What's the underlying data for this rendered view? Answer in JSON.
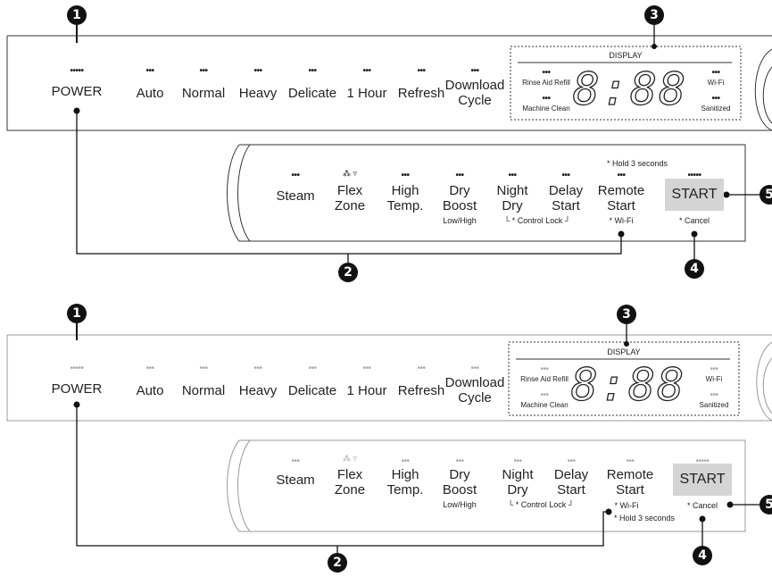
{
  "top_row": {
    "power": "POWER",
    "cycles": [
      "Auto",
      "Normal",
      "Heavy",
      "Delicate",
      "1 Hour",
      "Refresh"
    ],
    "download_cycle": [
      "Download",
      "Cycle"
    ]
  },
  "display": {
    "title": "DISPLAY",
    "rinse_aid_refill": "Rinse Aid Refill",
    "machine_clean": "Machine Clean",
    "wifi": "Wi-Fi",
    "sanitized": "Sanitized",
    "digits": "8:88"
  },
  "bottom_row": {
    "steam": "Steam",
    "flex_zone": [
      "Flex",
      "Zone"
    ],
    "high_temp": [
      "High",
      "Temp."
    ],
    "dry_boost": [
      "Dry",
      "Boost"
    ],
    "dry_boost_sub": "Low/High",
    "night_dry": [
      "Night",
      "Dry"
    ],
    "delay_start": [
      "Delay",
      "Start"
    ],
    "control_lock": "* Control Lock",
    "remote_start": [
      "Remote",
      "Start"
    ],
    "remote_wifi": "* Wi-Fi",
    "hold_note": "* Hold 3 seconds",
    "start": "START",
    "cancel": "* Cancel"
  },
  "callouts": {
    "n1": "1",
    "n2": "2",
    "n3": "3",
    "n4": "4",
    "n5": "5"
  }
}
